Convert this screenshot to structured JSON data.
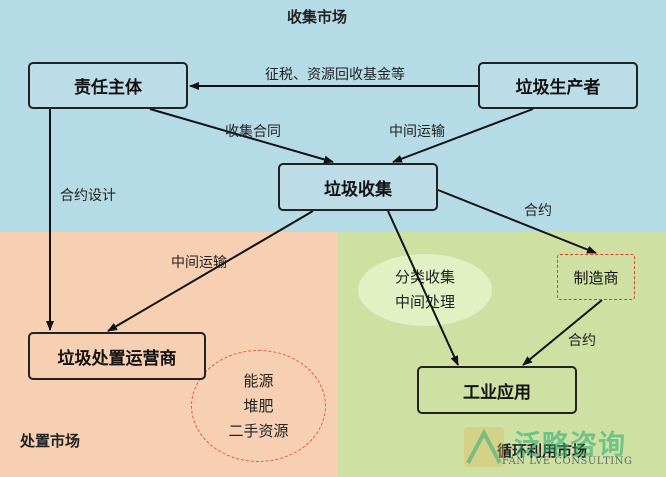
{
  "regions": {
    "collection_market": "收集市场",
    "disposal_market": "处置市场",
    "recycling_market": "循环利用市场"
  },
  "nodes": {
    "responsible_party": "责任主体",
    "waste_producer": "垃圾生产者",
    "waste_collection": "垃圾收集",
    "disposal_operator": "垃圾处置运营商",
    "industrial_application": "工业应用",
    "manufacturer": "制造商"
  },
  "ellipses": {
    "disposal_outputs": [
      "能源",
      "堆肥",
      "二手资源"
    ],
    "sorting": [
      "分类收集",
      "中间处理"
    ]
  },
  "edge_labels": {
    "tax_fund": "征税、资源回收基金等",
    "collection_contract": "收集合同",
    "midway_transport_top": "中间运输",
    "contract_design": "合约设计",
    "contract_right": "合约",
    "midway_transport_left": "中间运输",
    "contract_bottom": "合约"
  },
  "watermark": {
    "name": "泛略咨询",
    "sub": "FAN LVE CONSULTING"
  }
}
